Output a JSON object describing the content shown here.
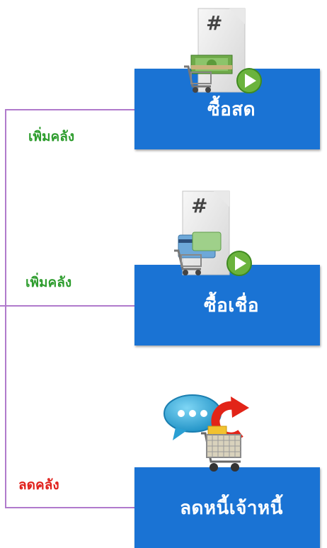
{
  "nodes": [
    {
      "label": "ซื้อสด",
      "icon": "cash-cart-play-icon"
    },
    {
      "label": "ซื้อเชื่อ",
      "icon": "card-cart-play-icon"
    },
    {
      "label": "ลดหนี้เจ้าหนี้",
      "icon": "return-chat-cart-icon"
    }
  ],
  "side_labels": [
    {
      "text": "เพิ่มคลัง",
      "color": "#2e9d2e"
    },
    {
      "text": "เพิ่มคลัง",
      "color": "#2e9d2e"
    },
    {
      "text": "ลดคลัง",
      "color": "#e0201b"
    }
  ],
  "doc_symbol": "#",
  "colors": {
    "node_fill": "#1a73d4",
    "connector": "#b07acc",
    "increase": "#2e9d2e",
    "decrease": "#e0201b"
  }
}
